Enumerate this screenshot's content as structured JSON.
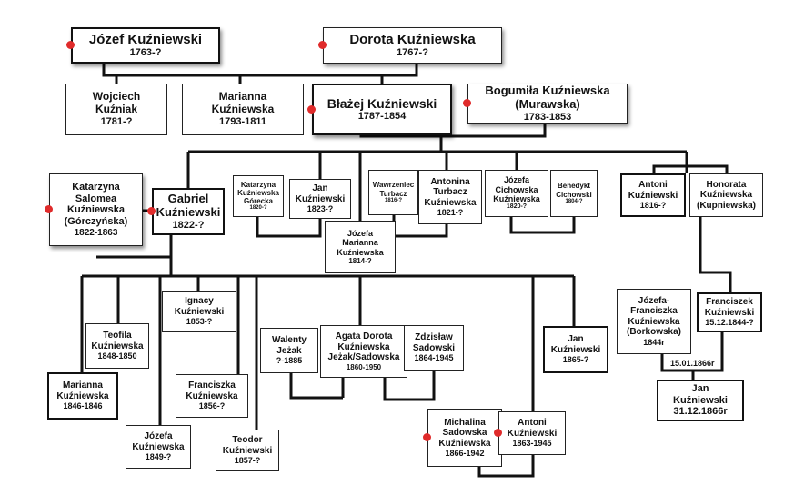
{
  "colors": {
    "line": "#111111",
    "marker": "#e02b2b",
    "border": "#222222"
  },
  "people": {
    "jozef_1763": {
      "name": "Józef Kuźniewski",
      "dates": "1763-?"
    },
    "dorota_1767": {
      "name": "Dorota Kuźniewska",
      "dates": "1767-?"
    },
    "wojciech": {
      "name": "Wojciech\nKuźniak",
      "dates": "1781-?"
    },
    "marianna_1793": {
      "name": "Marianna\nKuźniewska",
      "dates": "1793-1811"
    },
    "blazej": {
      "name": "Błażej Kuźniewski",
      "dates": "1787-1854"
    },
    "bogumila": {
      "name": "Bogumiła Kuźniewska\n(Murawska)",
      "dates": "1783-1853"
    },
    "katarzyna_salomea": {
      "name": "Katarzyna\nSalomea\nKuźniewska\n(Górczyńska)",
      "dates": "1822-1863"
    },
    "gabriel": {
      "name": "Gabriel\nKuźniewski",
      "dates": "1822-?"
    },
    "katarzyna_gorecka": {
      "name": "Katarzyna\nKuźniewska\nGórecka",
      "dates": "1820-?"
    },
    "jan_1823": {
      "name": "Jan\nKuźniewski",
      "dates": "1823-?"
    },
    "jozefa_marianna": {
      "name": "Józefa\nMarianna\nKuźniewska",
      "dates": "1814-?"
    },
    "wawrzeniec": {
      "name": "Wawrzeniec\nTurbacz",
      "dates": "1816-?"
    },
    "antonina": {
      "name": "Antonina\nTurbacz\nKuźniewska",
      "dates": "1821-?"
    },
    "jozefa_cichowska": {
      "name": "Józefa\nCichowska\nKuźniewska",
      "dates": "1820-?"
    },
    "benedykt": {
      "name": "Benedykt\nCichowski",
      "dates": "1804-?"
    },
    "antoni_1816": {
      "name": "Antoni\nKuźniewski",
      "dates": "1816-?"
    },
    "honorata": {
      "name": "Honorata\nKuźniewska\n(Kupniewska)",
      "dates": ""
    },
    "ignacy": {
      "name": "Ignacy\nKuźniewski",
      "dates": "1853-?"
    },
    "teofila": {
      "name": "Teofila\nKuźniewska",
      "dates": "1848-1850"
    },
    "marianna_1846": {
      "name": "Marianna\nKuźniewska",
      "dates": "1846-1846"
    },
    "jozefa_1849": {
      "name": "Józefa\nKuźniewska",
      "dates": "1849-?"
    },
    "franciszka_1856": {
      "name": "Franciszka\nKuźniewska",
      "dates": "1856-?"
    },
    "teodor": {
      "name": "Teodor\nKuźniewski",
      "dates": "1857-?"
    },
    "walenty": {
      "name": "Walenty\nJeżak",
      "dates": "?-1885"
    },
    "agata": {
      "name": "Agata Dorota\nKuźniewska\nJeżak/Sadowska",
      "dates": "1860-1950"
    },
    "zdzislaw": {
      "name": "Zdzisław\nSadowski",
      "dates": "1864-1945"
    },
    "jan_1865": {
      "name": "Jan\nKuźniewski",
      "dates": "1865-?"
    },
    "michalina": {
      "name": "Michalina\nSadowska\nKuźniewska",
      "dates": "1866-1942"
    },
    "antoni_1863": {
      "name": "Antoni\nKuźniewski",
      "dates": "1863-1945"
    },
    "jozefa_franciszka": {
      "name": "Józefa-\nFranciszka\nKuźniewska\n(Borkowska)",
      "dates": "1844r"
    },
    "franciszek": {
      "name": "Franciszek\nKuźniewski",
      "dates": "15.12.1844-?"
    },
    "jan_1866": {
      "name": "Jan\nKuźniewski",
      "dates": "31.12.1866r"
    }
  },
  "marriage_labels": {
    "franciszek_jozefa": "15.01.1866r"
  },
  "markers": [
    "jozef_1763",
    "dorota_1767",
    "blazej",
    "bogumila",
    "katarzyna_salomea",
    "gabriel",
    "michalina",
    "antoni_1863"
  ]
}
